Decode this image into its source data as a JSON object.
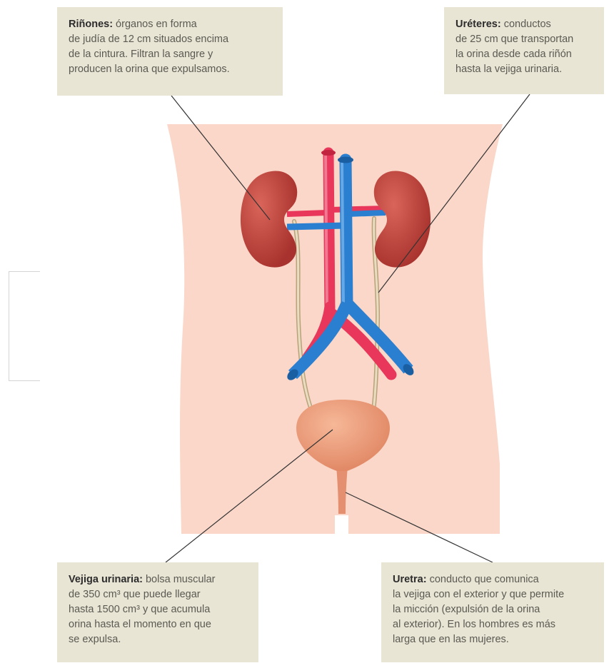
{
  "labels": {
    "rinones": {
      "term": "Riñones:",
      "text": " órganos en forma\nde judía de 12 cm situados encima\nde la cintura. Filtran la sangre y\nproducen la orina que expulsamos."
    },
    "ureteres": {
      "term": "Uréteres:",
      "text": " conductos\nde 25 cm que transportan\nla orina desde cada riñón\nhasta la vejiga urinaria."
    },
    "vejiga": {
      "term": "Vejiga urinaria:",
      "text": " bolsa muscular\nde 350 cm³ que puede llegar\nhasta 1500 cm³ y que acumula\norina hasta el momento en que\nse expulsa."
    },
    "uretra": {
      "term": "Uretra:",
      "text": " conducto que comunica\nla vejiga con el exterior y que permite\nla micción (expulsión de la orina\nal exterior). En los hombres es más\nlarga que en las mujeres."
    }
  },
  "colors": {
    "skin": "#fbd7c9",
    "kidney": "#c0453f",
    "artery": "#e8375a",
    "vein": "#2a7fd0",
    "ureter": "#d7c39a",
    "bladder": "#e9906e",
    "label_bg": "#e9e5d5",
    "leader_line": "#333333"
  }
}
